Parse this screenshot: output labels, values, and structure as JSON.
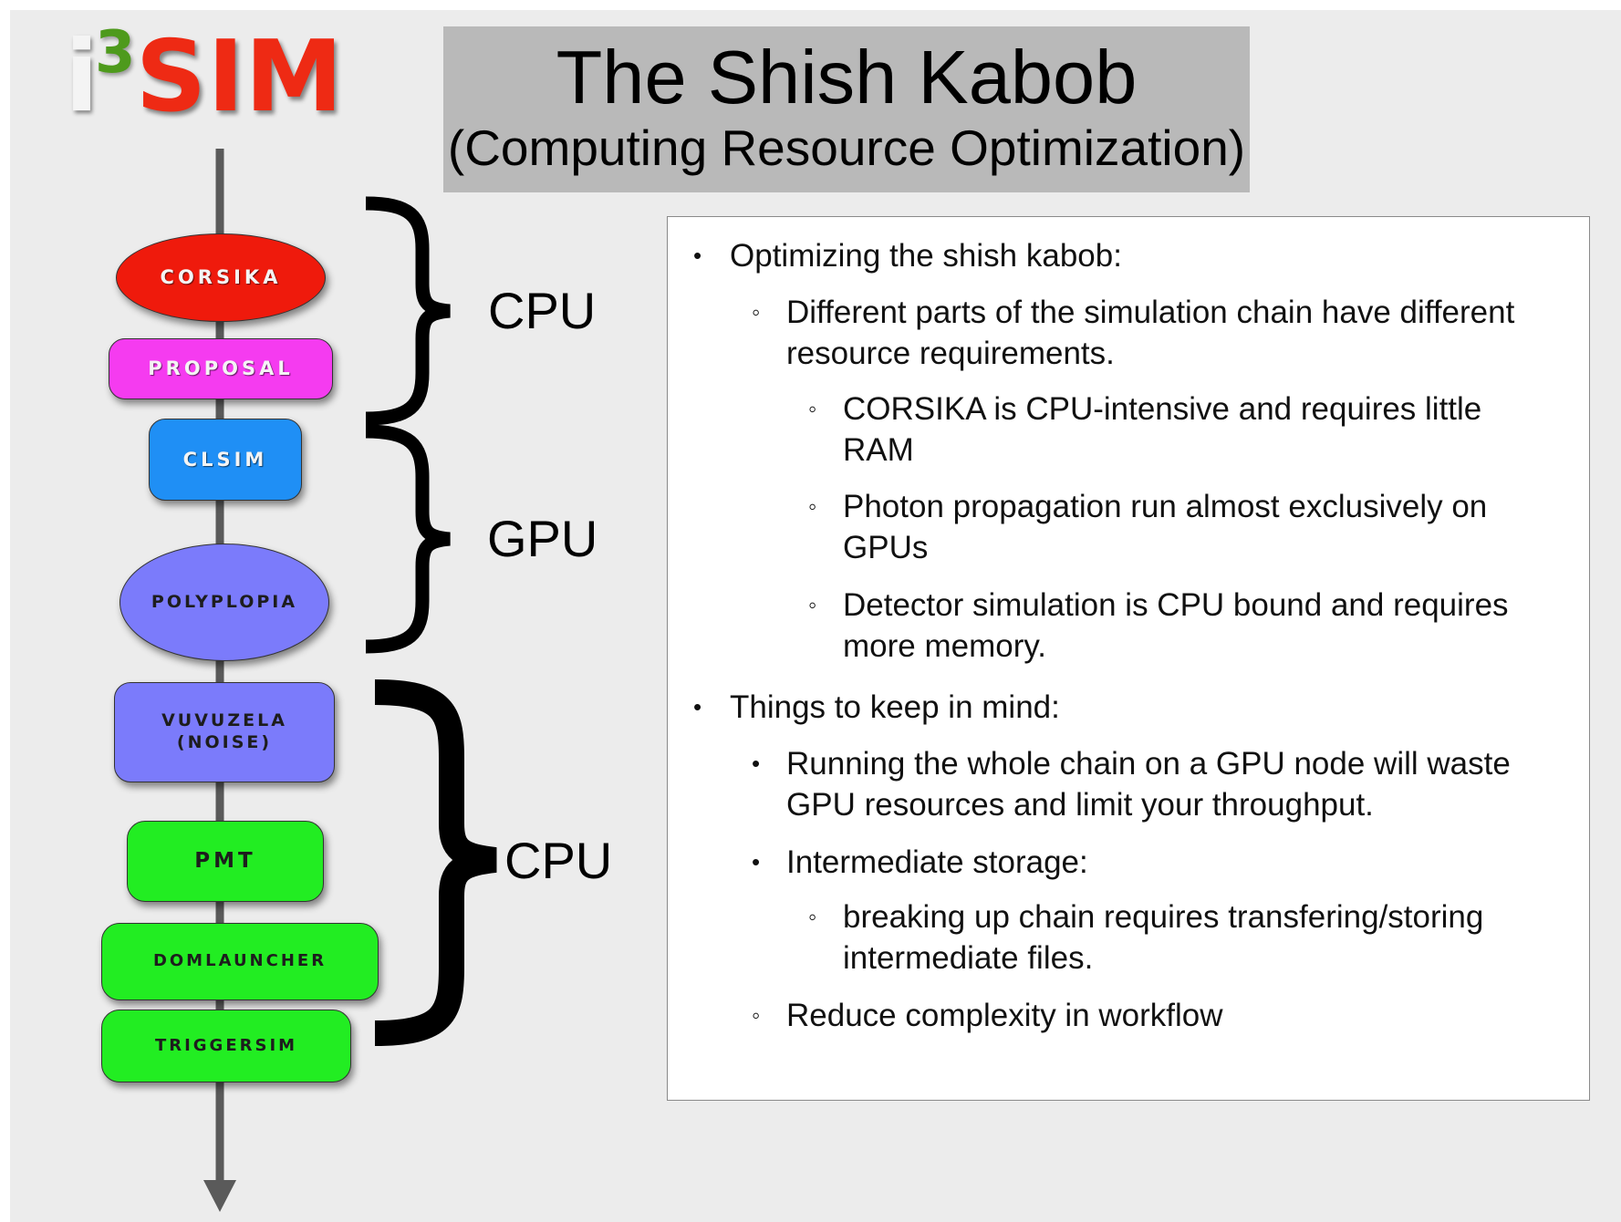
{
  "logo": {
    "part1": "i",
    "part2": "3",
    "part3": "SIM"
  },
  "title": {
    "main": "The Shish Kabob",
    "sub": "(Computing Resource Optimization)"
  },
  "pipeline": {
    "nodes": [
      {
        "label": "CORSIKA",
        "color": "#ef1a0c"
      },
      {
        "label": "PROPOSAL",
        "color": "#f53bf0"
      },
      {
        "label": "CLSIM",
        "color": "#1f8ff5"
      },
      {
        "label": "PolyPlopia",
        "color": "#7b7bfb"
      },
      {
        "label": "Vuvuzela",
        "label2": "(noise)",
        "color": "#7b7bfb"
      },
      {
        "label": "PMT",
        "color": "#22ed22"
      },
      {
        "label": "DomLauncher",
        "color": "#22ed22"
      },
      {
        "label": "TriggerSim",
        "color": "#22ed22"
      }
    ],
    "groups": [
      {
        "label": "CPU"
      },
      {
        "label": "GPU"
      },
      {
        "label": "CPU"
      }
    ]
  },
  "bullets": [
    {
      "level": 1,
      "marker": "•",
      "text": "Optimizing the shish kabob:"
    },
    {
      "level": 2,
      "marker": "◦",
      "lines": [
        "Different parts of the simulation chain have different",
        "resource requirements."
      ]
    },
    {
      "level": 3,
      "marker": "◦",
      "lines": [
        "CORSIKA is CPU-intensive and requires little",
        "RAM"
      ]
    },
    {
      "level": 3,
      "marker": "◦",
      "lines": [
        "Photon propagation run almost exclusively on",
        "GPUs"
      ]
    },
    {
      "level": 3,
      "marker": "◦",
      "lines": [
        "Detector simulation is CPU bound and requires",
        "more memory."
      ]
    },
    {
      "level": 1,
      "marker": "•",
      "text": "Things to keep in mind:"
    },
    {
      "level": 2,
      "marker": "•",
      "lines": [
        "Running the whole chain on a GPU node will waste",
        "GPU resources and limit your throughput."
      ]
    },
    {
      "level": 2,
      "marker": "•",
      "text": "Intermediate storage:"
    },
    {
      "level": 3,
      "marker": "◦",
      "lines": [
        "breaking up chain requires transfering/storing",
        "intermediate files."
      ]
    },
    {
      "level": 2,
      "marker": "◦",
      "text": "Reduce complexity in workflow"
    }
  ]
}
